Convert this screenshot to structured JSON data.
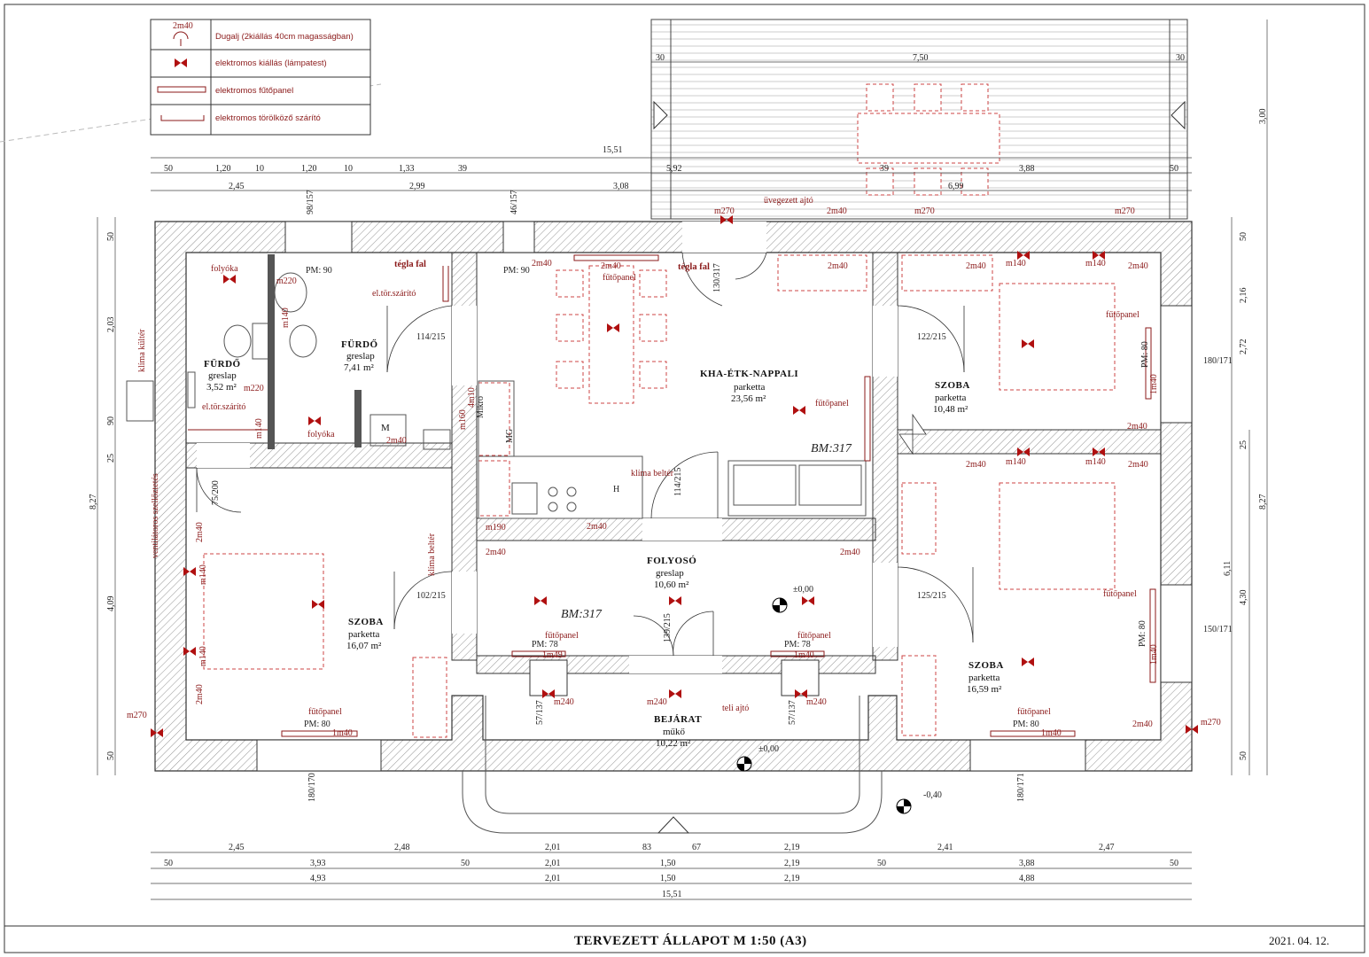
{
  "legend": {
    "items": [
      {
        "symbol": "socket",
        "sub": "2m40",
        "label": "Dugalj (2kiállás 40cm magasságban)"
      },
      {
        "symbol": "bowtie",
        "sub": "",
        "label": "elektromos kiállás (lámpatest)"
      },
      {
        "symbol": "panel",
        "sub": "",
        "label": "elektromos fűtőpanel"
      },
      {
        "symbol": "towel",
        "sub": "",
        "label": "elektromos törölköző szárító"
      }
    ]
  },
  "rooms": [
    {
      "name": "FÜRDŐ",
      "floor": "greslap",
      "area": "7,41 m²"
    },
    {
      "name": "FÜRDŐ",
      "floor": "greslap",
      "area": "3,52 m²"
    },
    {
      "name": "KHA-ÉTK-NAPPALI",
      "floor": "parketta",
      "area": "23,56 m²"
    },
    {
      "name": "SZOBA",
      "floor": "parketta",
      "area": "10,48 m²"
    },
    {
      "name": "SZOBA",
      "floor": "parketta",
      "area": "16,07 m²"
    },
    {
      "name": "FOLYOSÓ",
      "floor": "greslap",
      "area": "10,60 m²"
    },
    {
      "name": "SZOBA",
      "floor": "parketta",
      "area": "16,59 m²"
    },
    {
      "name": "BEJÁRAT",
      "floor": "műkő",
      "area": "10,22 m²"
    }
  ],
  "labels": {
    "tegla_fal": "tégla fal",
    "uvegezett_ajto": "üvegezett ajtó",
    "teli_ajto": "teli ajtó",
    "klima_kulter": "klíma kültér",
    "klima_belter": "klíma beltér",
    "ventilatoros": "ventilátoros szellőztetés",
    "futopanel": "fűtőpanel",
    "el_tor_szarito": "el.tör.szárító",
    "folyoka": "folyóka",
    "mikro": "Mikro",
    "mg": "MG",
    "h": "H",
    "m": "M",
    "bm1": "BM:317",
    "bm2": "BM:317",
    "level0": "±0,00",
    "level0b": "±0,00",
    "level_minus": "-0,40"
  },
  "sockets": [
    "2m40",
    "m270",
    "m140",
    "m220",
    "m160",
    "1m40",
    "m190",
    "m240",
    "4m10",
    "1m49",
    "1m40"
  ],
  "dimensions": {
    "terrace": {
      "left": "30",
      "mid": "7,50",
      "right": "30",
      "height": "3,00"
    },
    "total_top": "15,51",
    "top_row1": [
      "50",
      "1,20",
      "10",
      "1,20",
      "10",
      "1,33",
      "39",
      "5,92",
      "39",
      "3,88",
      "50"
    ],
    "top_row2": [
      "2,45",
      "2,99",
      "3,08",
      "6,99"
    ],
    "bottom_row1": [
      "2,45",
      "2,48",
      "2,01",
      "83",
      "67",
      "2,19",
      "2,41",
      "2,47"
    ],
    "bottom_row2": [
      "50",
      "3,93",
      "50",
      "2,01",
      "1,50",
      "2,19",
      "50",
      "3,88",
      "50"
    ],
    "bottom_row3": [
      "4,93",
      "2,01",
      "1,50",
      "2,19",
      "4,88"
    ],
    "total_bottom": "15,51",
    "left": [
      "50",
      "2,03",
      "90",
      "25",
      "4,09",
      "50"
    ],
    "left_total": "8,27",
    "right": [
      "50",
      "2,16",
      "2,72",
      "25",
      "4,30",
      "50"
    ],
    "right_mid": "6,11",
    "right_total": "8,27",
    "door_labels": [
      "114/215",
      "102/215",
      "122/215",
      "125/215",
      "114/215"
    ],
    "window_labels": [
      "PM: 90",
      "PM: 90",
      "PM: 80",
      "PM: 80",
      "PM: 78",
      "PM: 78",
      "PM: 80",
      "PM: 80"
    ],
    "window_dims": [
      "98/157",
      "46/157",
      "180/171",
      "150/171",
      "57/137",
      "57/137",
      "180/170",
      "180/171",
      "130/317",
      "139/215",
      "75/200"
    ]
  },
  "footer": {
    "title": "TERVEZETT ÁLLAPOT M 1:50 (A3)",
    "date": "2021. 04. 12."
  }
}
